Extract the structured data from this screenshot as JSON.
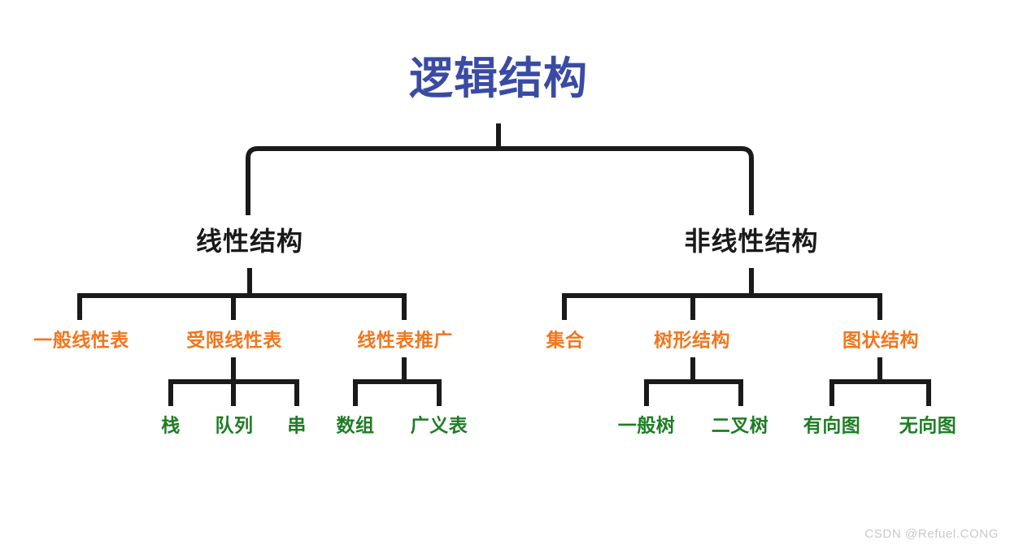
{
  "diagram": {
    "type": "tree",
    "title": "逻辑结构",
    "colors": {
      "title": "#3A4BA4",
      "level2": "#1a1a1a",
      "level3": "#F2761C",
      "level4": "#1E7D24",
      "connector": "#1a1a1a",
      "background": "#FFFFFF",
      "watermark": "#C9C9C9"
    },
    "nodes": {
      "root": "逻辑结构",
      "linear": "线性结构",
      "nonlinear": "非线性结构",
      "general_linear_list": "一般线性表",
      "restricted_linear_list": "受限线性表",
      "linear_list_extension": "线性表推广",
      "set": "集合",
      "tree_structure": "树形结构",
      "graph_structure": "图状结构",
      "stack": "栈",
      "queue": "队列",
      "string": "串",
      "array": "数组",
      "generalized_list": "广义表",
      "general_tree": "一般树",
      "binary_tree": "二叉树",
      "directed_graph": "有向图",
      "undirected_graph": "无向图"
    }
  },
  "watermark": {
    "text": "CSDN @Refuel.CONG"
  }
}
